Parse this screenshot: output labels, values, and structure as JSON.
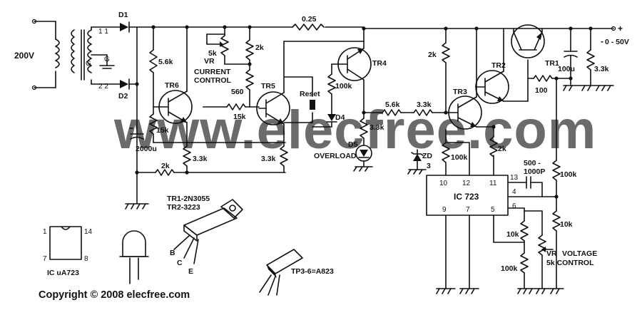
{
  "watermark": "www.elecfree.com",
  "copyright": "Copyright ©  2008 elecfree.com",
  "labels": {
    "input_voltage": "200V",
    "d1": "D1",
    "d2": "D2",
    "tap1": "1 1",
    "tap2": "2 2",
    "tap_g1": "G",
    "tap_g2": "G",
    "r_5k6": "5.6k",
    "r_15k_a": "15k",
    "c_2000u": "2000u",
    "tr6": "TR6",
    "r_3k3_a": "3.3k",
    "r_2k_a": "2k",
    "vr_5k": "5k",
    "vr": "VR",
    "current_control_1": "CURRENT",
    "current_control_2": "CONTROL",
    "r_2k_b": "2k",
    "r_560": "560",
    "r_15k_b": "15k",
    "tr5": "TR5",
    "r_3k3_b": "3.3k",
    "r_025": "0.25",
    "reset": "Reset",
    "tr4": "TR4",
    "r_100k_a": "100k",
    "d4": "D4",
    "r_3k3_c": "3.3k",
    "d5": "D5",
    "overload": "OVERLOAD",
    "r_5k6_b": "5.6k",
    "r_3k3_d": "3.3k",
    "r_2k_c": "2k",
    "tr3": "TR3",
    "tr2": "TR2",
    "tr1": "TR1",
    "r_100": "100",
    "c_100u": "100u",
    "r_3k3_e": "3.3k",
    "out_plus": "+",
    "out_minus": "-",
    "out_range": "0 - 50V",
    "r_100k_b": "100k",
    "r_2k_d": "2k",
    "zd": "ZD",
    "zd_num": "3",
    "pin10": "10",
    "pin12": "12",
    "pin11": "11",
    "pin13": "13",
    "pin4": "4",
    "pin9": "9",
    "pin7": "7",
    "pin5": "5",
    "pin6": "6",
    "ic_name": "IC 723",
    "cap_500_1": "500 -",
    "cap_500_2": "1000P",
    "r_100k_c": "100k",
    "r_10k_a": "10k",
    "r_10k_b": "10k",
    "r_100k_d": "100k",
    "vr2": "VR",
    "voltage_control_1": "VOLTAGE",
    "voltage_control_2": "5k CONTROL",
    "pkg_pin1": "1",
    "pkg_pin14": "14",
    "pkg_pin7": "7",
    "pkg_pin8": "8",
    "pkg_ic": "IC  uA723",
    "tr_note1": "TR1-2N3055",
    "tr_note2": "TR2-3223",
    "lead_b": "B",
    "lead_c": "C",
    "lead_e": "E",
    "tp_note": "TP3-6=A823"
  }
}
